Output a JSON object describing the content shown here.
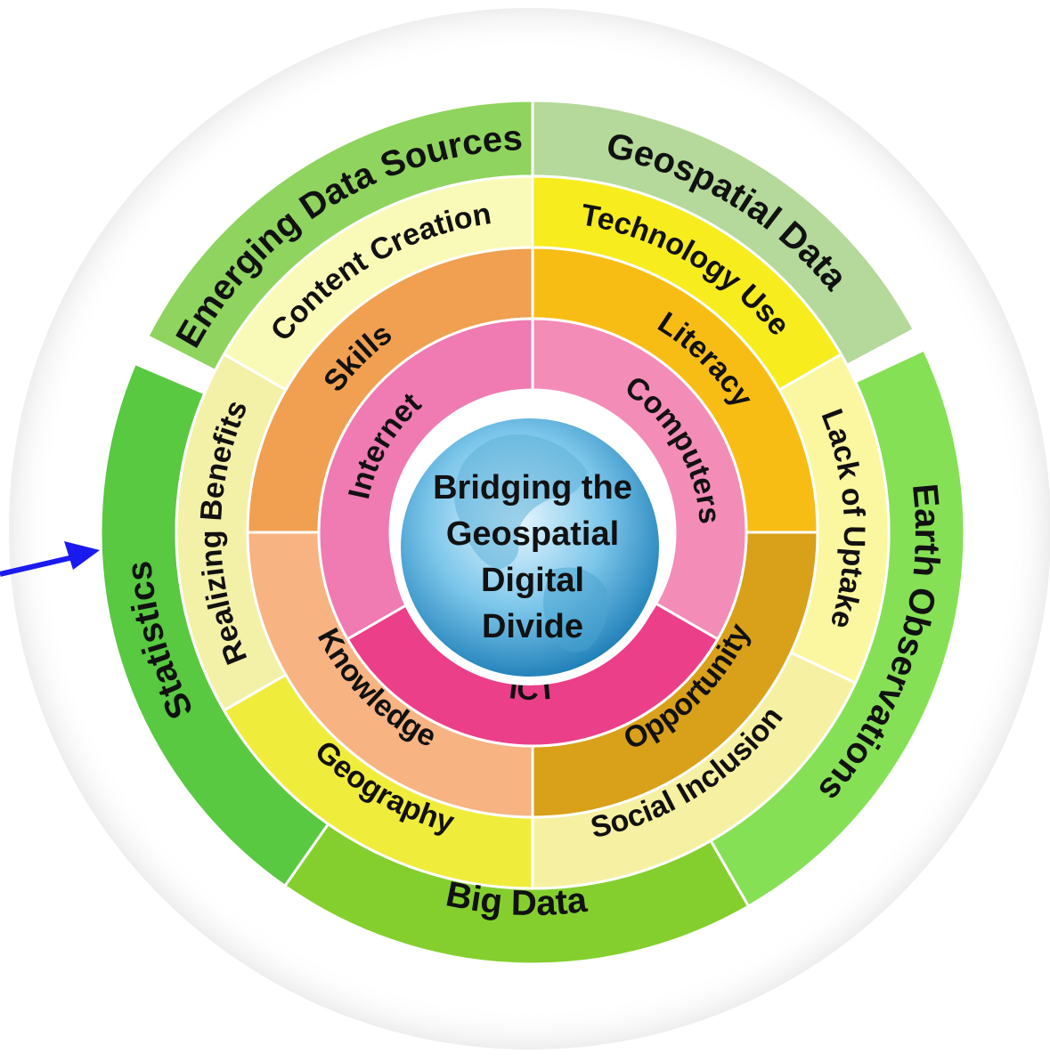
{
  "center": {
    "lines": [
      "Bridging the",
      "Geospatial",
      "Digital",
      "Divide"
    ]
  },
  "rings": {
    "inner": [
      {
        "label": "Internet",
        "color": "#f07ab2"
      },
      {
        "label": "Computers",
        "color": "#f48cb8"
      },
      {
        "label": "ICT",
        "color": "#ec3f8a"
      }
    ],
    "middle": [
      {
        "label": "Skills",
        "color": "#f0a050"
      },
      {
        "label": "Literacy",
        "color": "#f8bd14"
      },
      {
        "label": "Opportunity",
        "color": "#d9a019"
      },
      {
        "label": "Knowledge",
        "color": "#f7b382"
      }
    ],
    "outer_middle": [
      {
        "label": "Content Creation",
        "color": "#fafab8"
      },
      {
        "label": "Technology Use",
        "color": "#f7ec1e"
      },
      {
        "label": "Lack of Uptake",
        "color": "#fbf7a0"
      },
      {
        "label": "Social Inclusion",
        "color": "#f6f0a2"
      },
      {
        "label": "Geography",
        "color": "#f0ec3c"
      },
      {
        "label": "Realizing Benefits",
        "color": "#f3f0a8"
      }
    ],
    "outer": [
      {
        "label": "Emerging Data Sources",
        "color": "#8fd45e"
      },
      {
        "label": "Geospatial Data",
        "color": "#b4d99a"
      },
      {
        "label": "Earth Observations",
        "color": "#86e055"
      },
      {
        "label": "Big Data",
        "color": "#84cf2e"
      },
      {
        "label": "Statistics",
        "color": "#58c940"
      }
    ]
  },
  "arrow_color": "#1a1af0"
}
